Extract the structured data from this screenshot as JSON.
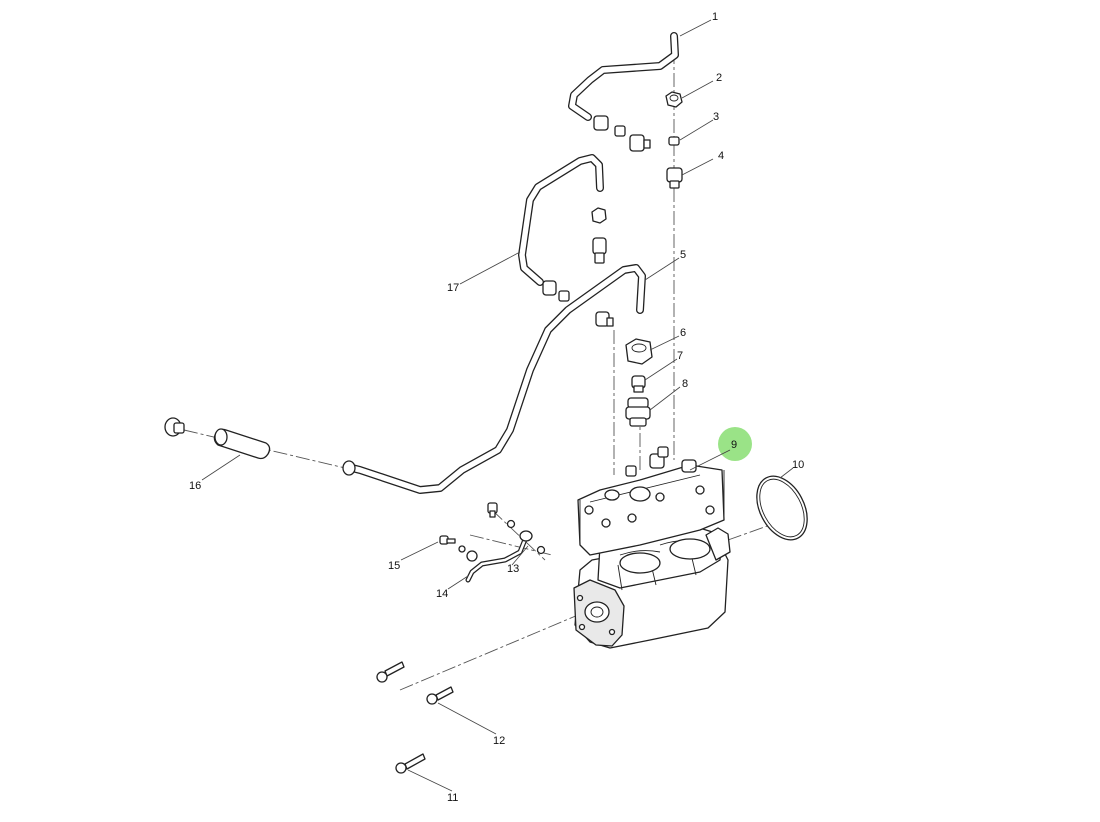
{
  "diagram": {
    "callouts": [
      {
        "id": "1",
        "label": "1"
      },
      {
        "id": "2",
        "label": "2"
      },
      {
        "id": "3",
        "label": "3"
      },
      {
        "id": "4",
        "label": "4"
      },
      {
        "id": "5",
        "label": "5"
      },
      {
        "id": "6",
        "label": "6"
      },
      {
        "id": "7",
        "label": "7"
      },
      {
        "id": "8",
        "label": "8"
      },
      {
        "id": "9",
        "label": "9",
        "highlighted": true
      },
      {
        "id": "10",
        "label": "10"
      },
      {
        "id": "11",
        "label": "11"
      },
      {
        "id": "12",
        "label": "12"
      },
      {
        "id": "13",
        "label": "13"
      },
      {
        "id": "14",
        "label": "14"
      },
      {
        "id": "15",
        "label": "15"
      },
      {
        "id": "16",
        "label": "16"
      },
      {
        "id": "17",
        "label": "17"
      }
    ],
    "colors": {
      "highlight": "#8fe07a",
      "line": "#222222",
      "background": "#ffffff"
    }
  }
}
